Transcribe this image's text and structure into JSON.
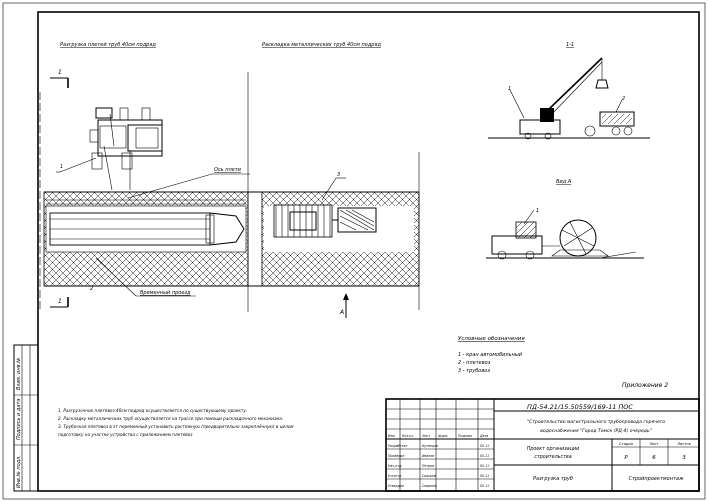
{
  "views": {
    "left_title": "Разгрузка плетей труб 40см подряд",
    "mid_title": "Раскладка металлических труб 40см подряд",
    "section_title": "1-1",
    "view_a_title": "Вид А",
    "mark_top": "1",
    "mark_bottom": "1",
    "arrow_label": "А",
    "edge_label": "Ось плети",
    "trench_label": "Временный проезд"
  },
  "callouts": {
    "c1a": "1",
    "c1b": "1",
    "c2": "2",
    "c3": "3",
    "c1c": "1",
    "c2b": "2"
  },
  "legend": {
    "title": "Условные обозначения",
    "items": [
      "1 - кран автомобильный",
      "2 - плетевоз",
      "3 - трубовоз"
    ]
  },
  "appendix": "Приложение 2",
  "notes": [
    "1. Разгрузочное плетевоз 40см подряд осуществляется по существующему проекту.",
    "2. Раскладку металлических труб осуществляется на трассе при помощи раскладочного механизма.",
    "3. Трубочная плетевоз в эт переменный установить растяжную (предварительно закреплённую) в целом",
    "   подготовку на участке устройства с приложением плетевоз"
  ],
  "stamp": {
    "code": "ПД-54.21/15.50559/169-11 ПОС",
    "project_title_1": "\"Строительство магистрального трубопровода горячего",
    "project_title_2": "водоснабжения \"Город Томск (РД-4) очередь\"",
    "sheet_name_1": "Проект организации",
    "sheet_name_2": "строительства",
    "drawing_name": "Разгрузка труб",
    "org": "Стройпроектмонтаж",
    "stage_label": "Стадия",
    "sheet_label": "Лист",
    "sheets_label": "Листов",
    "stage": "Р",
    "sheet": "6",
    "sheets": "3",
    "col_headers": [
      "Изм.",
      "Кол.уч.",
      "Лист",
      "№док.",
      "Подпись",
      "Дата"
    ],
    "roles": [
      "Разработал",
      "Проверил",
      "Нач.отд.",
      "Н.контр.",
      "Утвердил"
    ],
    "names": [
      "Кузнецов",
      "Иванов",
      "Петров",
      "Сидоров",
      "Смирнов"
    ],
    "dates": [
      "05.11",
      "05.11",
      "05.11",
      "05.11",
      "05.11"
    ]
  },
  "side_stamp": {
    "cells": [
      "Инв.№ подл.",
      "Подпись и дата",
      "Взам. инв.№"
    ]
  }
}
